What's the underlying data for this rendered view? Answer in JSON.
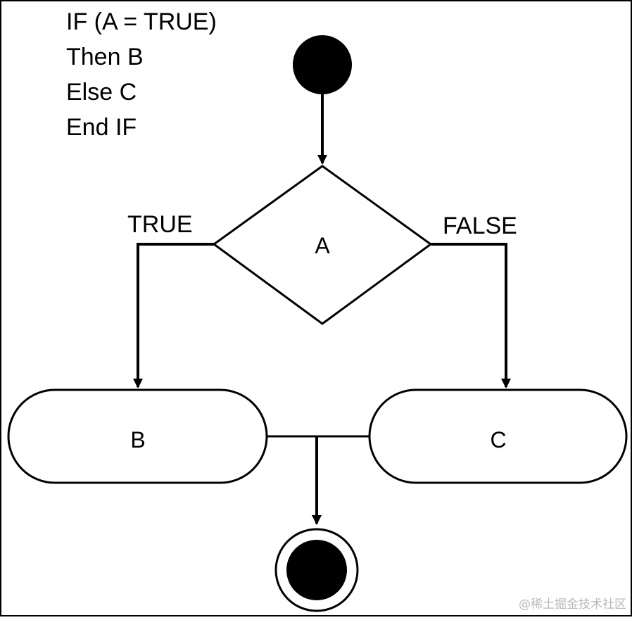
{
  "pseudocode": {
    "lines": [
      "IF (A = TRUE)",
      "Then B",
      "Else C",
      "End IF"
    ]
  },
  "decision": {
    "label": "A",
    "true_label": "TRUE",
    "false_label": "FALSE"
  },
  "actions": {
    "b_label": "B",
    "c_label": "C"
  },
  "watermark": {
    "text": "@稀土掘金技术社区"
  }
}
